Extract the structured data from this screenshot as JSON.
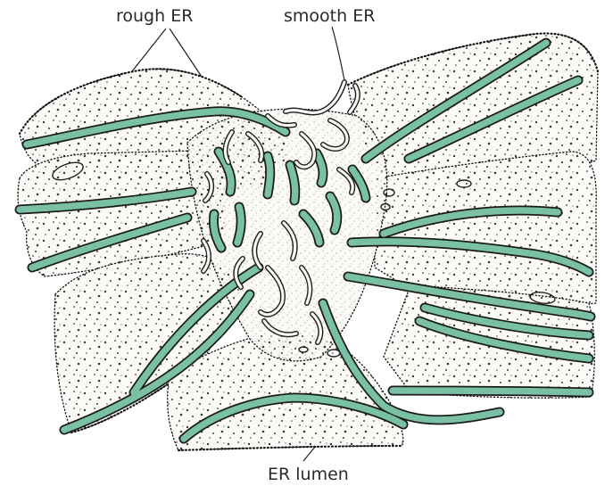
{
  "figure": {
    "labels": {
      "rough_er": "rough ER",
      "smooth_er": "smooth ER",
      "er_lumen": "ER lumen"
    },
    "colors": {
      "lumen": "#79c0a4",
      "membrane": "#111111",
      "background": "#ffffff",
      "sheet": "#fbfaf6"
    }
  }
}
